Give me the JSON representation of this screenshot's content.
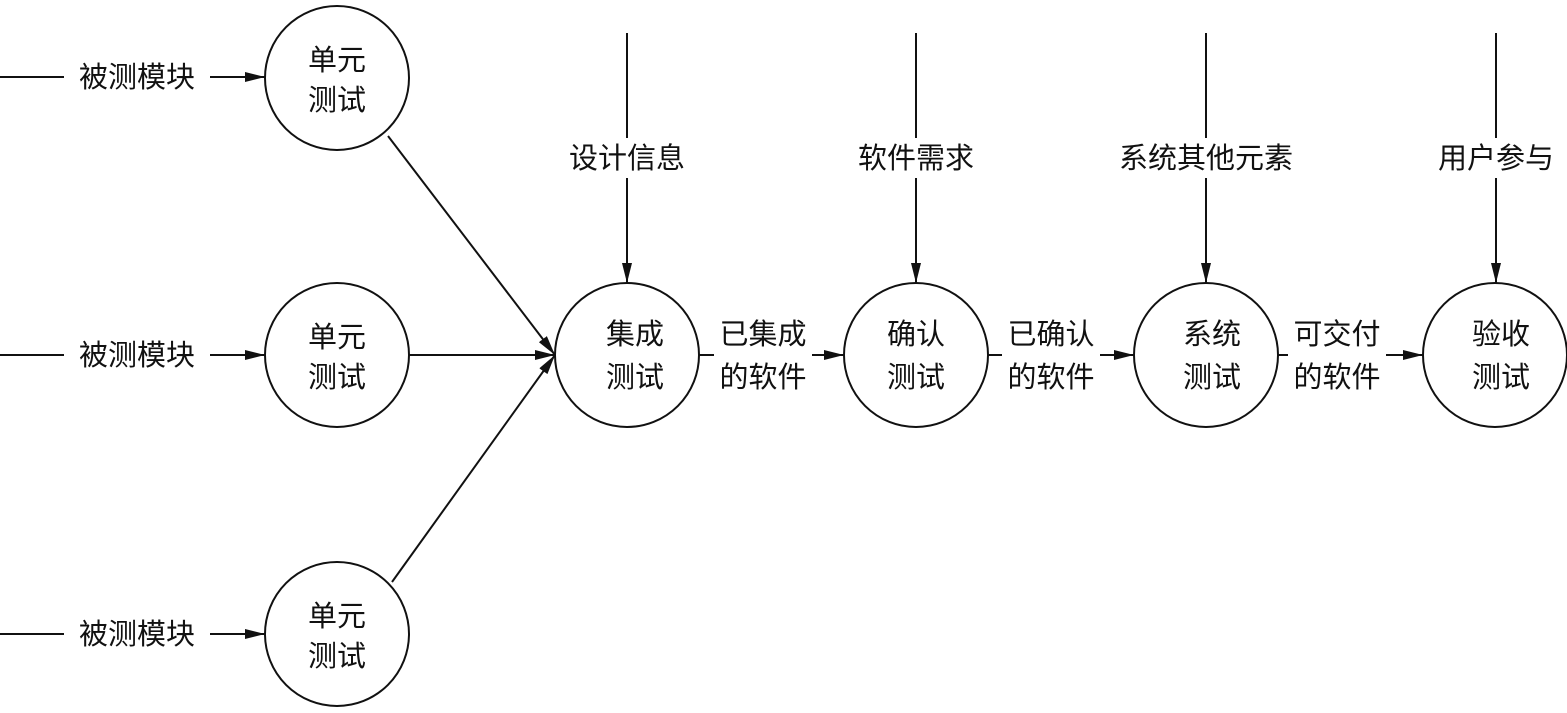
{
  "unit_tests": [
    {
      "input_label": "被测模块",
      "line1": "单元",
      "line2": "测试"
    },
    {
      "input_label": "被测模块",
      "line1": "单元",
      "line2": "测试"
    },
    {
      "input_label": "被测模块",
      "line1": "单元",
      "line2": "测试"
    }
  ],
  "stages": [
    {
      "line1": "集成",
      "line2": "测试",
      "top_input": "设计信息"
    },
    {
      "line1": "确认",
      "line2": "测试",
      "top_input": "软件需求"
    },
    {
      "line1": "系统",
      "line2": "测试",
      "top_input": "系统其他元素"
    },
    {
      "line1": "验收",
      "line2": "测试",
      "top_input": "用户参与"
    }
  ],
  "transitions": [
    {
      "line1": "已集成",
      "line2": "的软件"
    },
    {
      "line1": "已确认",
      "line2": "的软件"
    },
    {
      "line1": "可交付",
      "line2": "的软件"
    }
  ]
}
